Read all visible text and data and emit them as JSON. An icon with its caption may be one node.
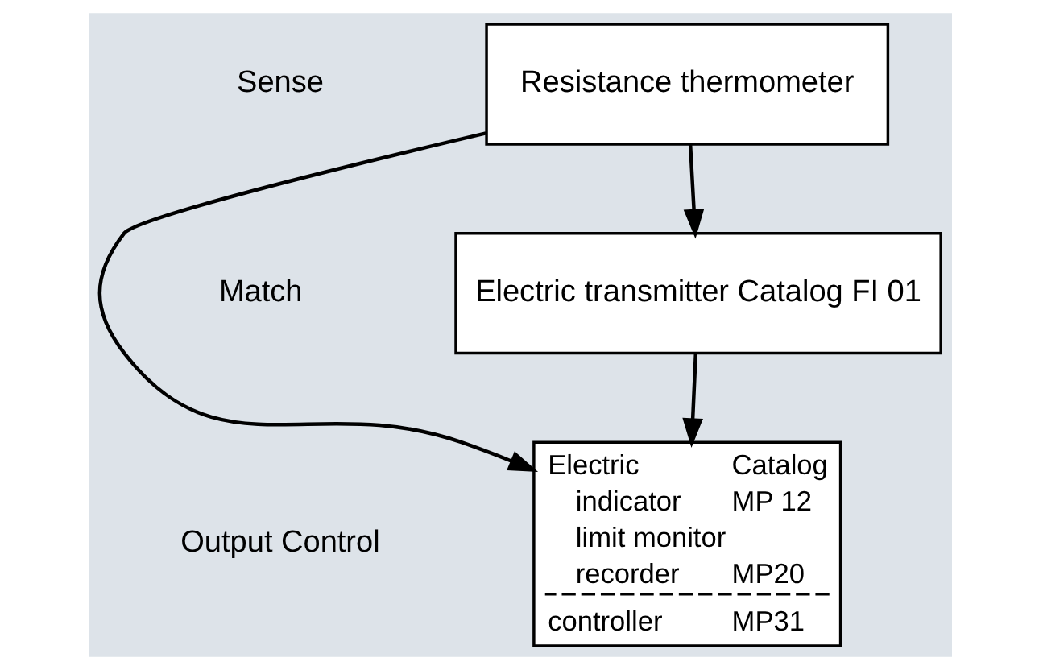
{
  "diagram": {
    "nodes": [
      {
        "text": [
          "Resistance thermometer"
        ]
      },
      {
        "text": [
          "Electric transmitter Catalog FI 01"
        ]
      },
      {
        "text": [
          "Electric",
          "Catalog",
          "indicator",
          "MP 12",
          "limit monitor",
          "recorder",
          "MP20",
          "controller",
          "MP31"
        ]
      }
    ],
    "edges": [
      {
        "from": 0,
        "to": 1,
        "arrow": "to"
      },
      {
        "from": 1,
        "to": 2,
        "arrow": "to"
      },
      {
        "from": 0,
        "to": 2,
        "arrow": "to"
      }
    ],
    "labels": [
      "Sense",
      "Match",
      "Output Control"
    ]
  }
}
